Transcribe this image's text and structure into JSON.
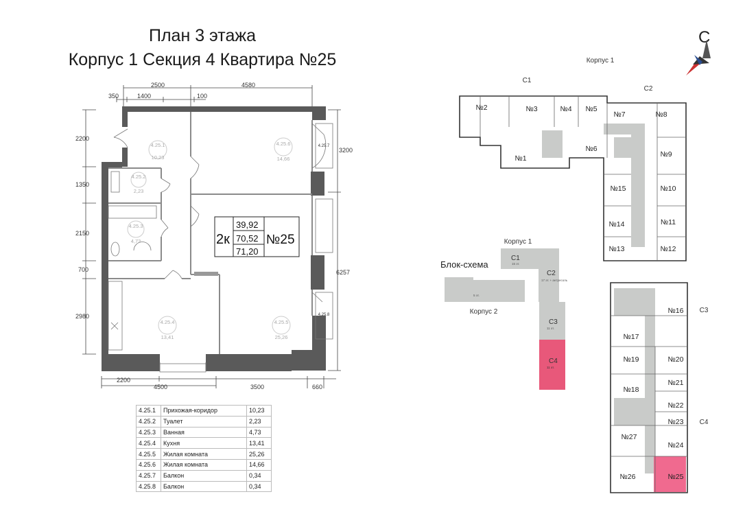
{
  "title": {
    "line1": "План 3 этажа",
    "line2": "Корпус 1 Секция 4 Квартира №25"
  },
  "apartment_badge": {
    "rooms": "2к",
    "area_living": "39,92",
    "area_total": "70,52",
    "area_full": "71,20",
    "number": "№25"
  },
  "plan_dimensions": {
    "top": [
      "350",
      "1400",
      "2500",
      "100",
      "4580"
    ],
    "left": [
      "2200",
      "1350",
      "2150",
      "700",
      "2980"
    ],
    "right": [
      "3200",
      "6257"
    ],
    "bottom": [
      "2200",
      "4500",
      "3500",
      "660"
    ]
  },
  "room_tags": [
    {
      "code": "4.25.1",
      "area": "10,23"
    },
    {
      "code": "4.25.2",
      "area": "2,23"
    },
    {
      "code": "4.25.3",
      "area": "4,73"
    },
    {
      "code": "4.25.4",
      "area": "13,41"
    },
    {
      "code": "4.25.5",
      "area": "25,26"
    },
    {
      "code": "4.25.6",
      "area": "14,66"
    },
    {
      "code": "4.25.7",
      "area": ""
    },
    {
      "code": "4.25.8",
      "area": ""
    }
  ],
  "legend": [
    {
      "code": "4.25.1",
      "name": "Прихожая-коридор",
      "area": "10,23"
    },
    {
      "code": "4.25.2",
      "name": "Туалет",
      "area": "2,23"
    },
    {
      "code": "4.25.3",
      "name": "Ванная",
      "area": "4,73"
    },
    {
      "code": "4.25.4",
      "name": "Кухня",
      "area": "13,41"
    },
    {
      "code": "4.25.5",
      "name": "Жилая комната",
      "area": "25,26"
    },
    {
      "code": "4.25.6",
      "name": "Жилая комната",
      "area": "14,66"
    },
    {
      "code": "4.25.7",
      "name": "Балкон",
      "area": "0,34"
    },
    {
      "code": "4.25.8",
      "name": "Балкон",
      "area": "0,34"
    }
  ],
  "compass": {
    "letter": "С"
  },
  "block_scheme": {
    "title": "Блок-схема",
    "korpus1": "Корпус 1",
    "korpus2": "Корпус 2",
    "sections": [
      {
        "name": "C1",
        "floors": "15 эт."
      },
      {
        "name": "C2",
        "floors": "17 эт. + антресоль"
      },
      {
        "name": "C3",
        "floors": "11 эт."
      },
      {
        "name": "C4",
        "floors": "11 эт."
      }
    ],
    "korpus2_floors": "5 эт.",
    "highlight_color": "#e8587a"
  },
  "floor_plan": {
    "korpus": "Корпус 1",
    "sections": [
      "C1",
      "C2",
      "C3",
      "C4"
    ],
    "apartments": [
      "№1",
      "№2",
      "№3",
      "№4",
      "№5",
      "№6",
      "№7",
      "№8",
      "№9",
      "№10",
      "№11",
      "№12",
      "№13",
      "№14",
      "№15",
      "№16",
      "№17",
      "№18",
      "№19",
      "№20",
      "№21",
      "№22",
      "№23",
      "№24",
      "№25",
      "№26",
      "№27"
    ],
    "highlight": "№25",
    "highlight_color": "#f06a8f"
  }
}
